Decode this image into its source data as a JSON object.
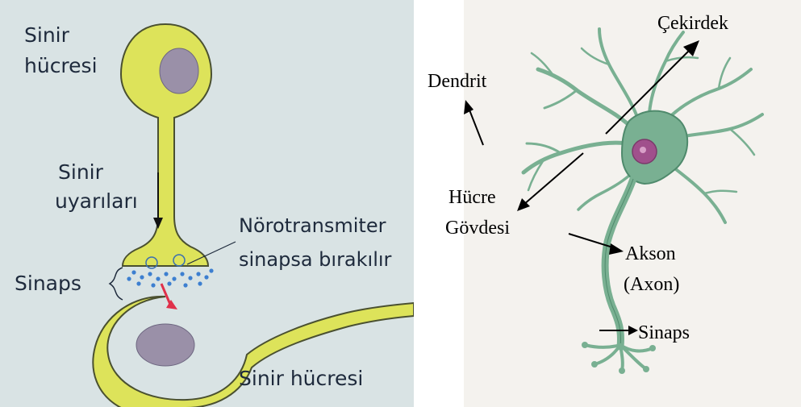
{
  "left_diagram": {
    "labels": {
      "top_cell_line1": "Sinir",
      "top_cell_line2": "hücresi",
      "impulses_line1": "Sinir",
      "impulses_line2": "uyarıları",
      "neurotransmitter_line1": "Nörotransmiter",
      "neurotransmitter_line2": "sinapsa bırakılır",
      "synapse": "Sinaps",
      "bottom_cell": "Sinir hücresi"
    },
    "colors": {
      "background": "#d9e3e4",
      "cell_fill": "#dde35a",
      "cell_stroke": "#4a5030",
      "nucleus": "#9a90a8",
      "vesicles": "#3d7fd0",
      "signal_arrow": "#e0304a"
    }
  },
  "right_diagram": {
    "labels": {
      "nucleus": "Çekirdek",
      "dendrite": "Dendrit",
      "cell_body_line1": "Hücre",
      "cell_body_line2": "Gövdesi",
      "axon_line1": "Akson",
      "axon_line2": "(Axon)",
      "synapse": "Sinaps"
    },
    "colors": {
      "background": "#f4f2ee",
      "neuron": "#79b092",
      "neuron_dark": "#4f8a6c",
      "nucleus": "#a0508c"
    }
  }
}
